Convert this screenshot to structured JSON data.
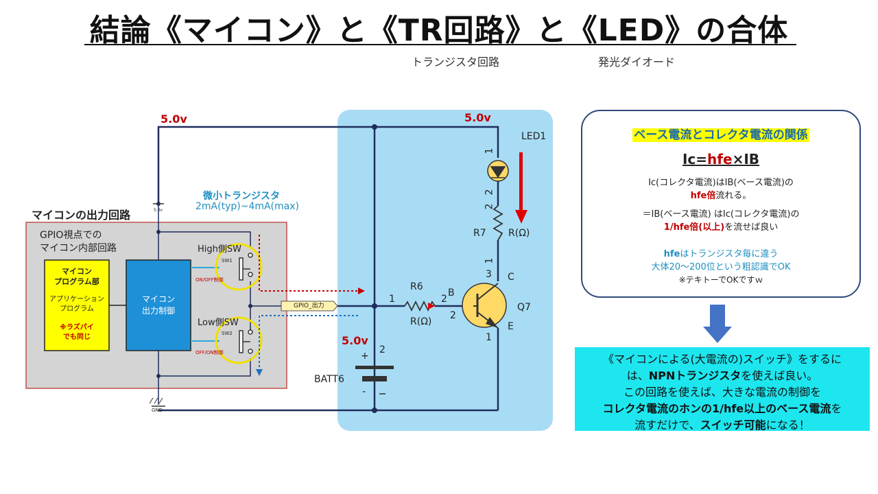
{
  "header": {
    "title": "結論《マイコン》と《TR回路》と《LED》の合体",
    "sub_tr": "トランジスタ回路",
    "sub_led": "発光ダイオード"
  },
  "diagram": {
    "v_top_left": "5.0v",
    "v_top_right": "5.0v",
    "v_batt": "5.0v",
    "mcu_section_label": "マイコンの出力回路",
    "gpio_view": [
      "GPIO視点での",
      "マイコン内部回路"
    ],
    "small_tr_title": "微小トランジスタ",
    "small_tr_current": "2mA(typ)~4mA(max)",
    "high_sw": "High側SW",
    "low_sw": "Low側SW",
    "sw1": "SW1",
    "sw2": "SW2",
    "onoff1": "ON/OFF制御",
    "onoff2": "OFF/ON制御",
    "prog_box": [
      "マイコン",
      "プログラム部"
    ],
    "app_prog": [
      "アプリケーション",
      "プログラム"
    ],
    "raspi_note": [
      "※ラズパイ",
      "でも同じ"
    ],
    "ctrl_box": [
      "マイコン",
      "出力制御"
    ],
    "gpio_tag": "GPIO_出力",
    "small_5v": "5.0v",
    "gnd": "GND",
    "led_name": "LED1",
    "led_pin1": "1",
    "led_pin2": "2",
    "r7_pin2": "2",
    "r7_name": "R7",
    "r7_unit": "R(Ω)",
    "r7_pin1": "1",
    "r6_name": "R6",
    "r6_unit": "R(Ω)",
    "r6_pin1": "1",
    "r6_pin2": "2",
    "q_b": "B",
    "q_c": "C",
    "q_e": "E",
    "q_pin3": "3",
    "q_pin2": "2",
    "q_pin1": "1",
    "q_name": "Q7",
    "batt_name": "BATT6",
    "batt_pin2": "2",
    "batt_plus": "+",
    "batt_minus": "-"
  },
  "relation_box": {
    "heading": "ベース電流とコレクタ電流の関係",
    "f_ic": "Ic",
    "f_eq": "=",
    "f_hfe": "hfe",
    "f_x": "×",
    "f_ib": "IB",
    "l1_a": "Ic(コレクタ電流)はIB(ベース電流)の",
    "l1_b": "hfe倍",
    "l1_c": "流れる。",
    "l2_a": "＝IB(ベース電流) はIc(コレクタ電流)の",
    "l2_b": "1/hfe倍(以上)",
    "l2_c": "を流せば良い",
    "note1_a": "hfe",
    "note1_b": "はトランジスタ毎に違う",
    "note2": "大体20～200位という粗認識でOK",
    "note3": "※テキトーでOKですｗ"
  },
  "summary": {
    "l1": "《マイコンによる(大電流の)スイッチ》をするに",
    "l2_a": "は、",
    "l2_b": "NPNトランジスタ",
    "l2_c": "を使えば良い。",
    "l3": "この回路を使えば、大きな電流の制御を",
    "l4_a": "コレクタ電流のホンの1/hfe以上のベース電流",
    "l4_b": "を",
    "l5_a": "流すだけで、",
    "l5_b": "スイッチ可能",
    "l5_c": "になる！"
  },
  "colors": {
    "panel_blue": "#a8dcf4",
    "mcu_gray": "#d4d4d4",
    "mcu_border": "#c0504d",
    "prog_yellow": "#ffff00",
    "ctrl_blue": "#1e90d8",
    "wire_navy": "#1f2d5c",
    "signal_red": "#c00000",
    "summary_cyan": "#1ee6ef",
    "arrow_blue": "#4472c4"
  }
}
